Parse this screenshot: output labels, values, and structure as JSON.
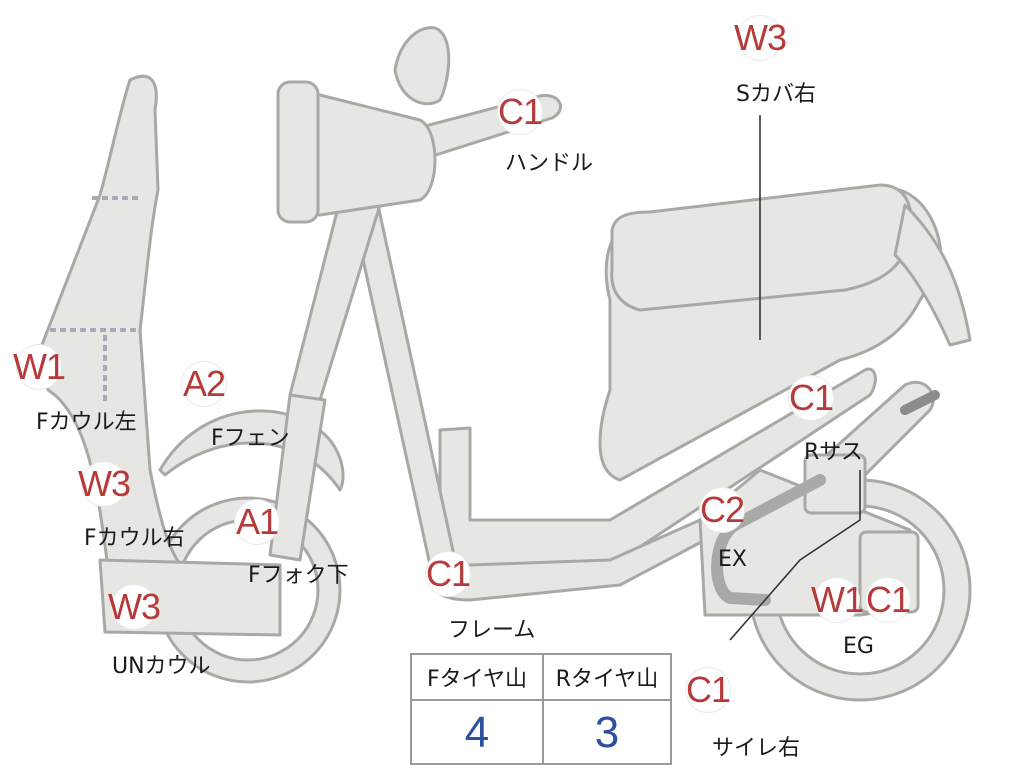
{
  "markers": [
    {
      "id": "w3-s-cover-right",
      "grade": "W3",
      "label": "Sカバ右"
    },
    {
      "id": "c1-handle",
      "grade": "C1",
      "label": "ハンドル"
    },
    {
      "id": "w1-f-cowl-left",
      "grade": "W1",
      "label": "Fカウル左"
    },
    {
      "id": "a2-f-fender",
      "grade": "A2",
      "label": "Fフェン"
    },
    {
      "id": "w3-f-cowl-right",
      "grade": "W3",
      "label": "Fカウル右"
    },
    {
      "id": "a1-f-fork-lower",
      "grade": "A1",
      "label": "Fフォク下"
    },
    {
      "id": "w3-under-cowl",
      "grade": "W3",
      "label": "UNカウル"
    },
    {
      "id": "c1-frame",
      "grade": "C1",
      "label": "フレーム"
    },
    {
      "id": "c1-r-suspension",
      "grade": "C1",
      "label": "Rサス"
    },
    {
      "id": "c2-exhaust",
      "grade": "C2",
      "label": "EX"
    },
    {
      "id": "w1-engine",
      "grade": "W1",
      "label": ""
    },
    {
      "id": "c1-engine",
      "grade": "C1",
      "label": "EG"
    },
    {
      "id": "c1-muffler-right",
      "grade": "C1",
      "label": "サイレ右"
    }
  ],
  "tread_table": {
    "headers": [
      "Fタイヤ山",
      "Rタイヤ山"
    ],
    "values": [
      "4",
      "3"
    ]
  },
  "colors": {
    "marker_text": "#b73a3a",
    "tread_value": "#2c4fa0",
    "part_fill": "#e6e6e3",
    "part_stroke": "#a8a8a4"
  }
}
